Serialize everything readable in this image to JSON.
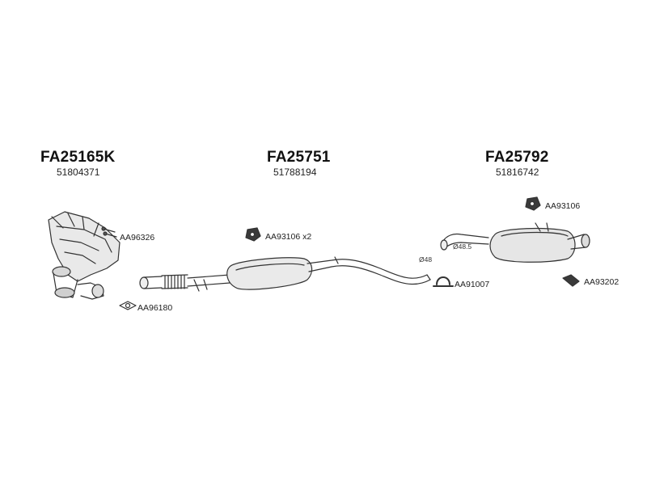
{
  "groups": [
    {
      "code": "FA25165K",
      "ref": "51804371"
    },
    {
      "code": "FA25751",
      "ref": "51788194"
    },
    {
      "code": "FA25792",
      "ref": "51816742"
    }
  ],
  "parts": {
    "bolt": "AA96326",
    "gasket": "AA96180",
    "hanger_pair": "AA93106 x2",
    "clamp": "AA91007",
    "hanger_rear": "AA93106",
    "bracket": "AA93202"
  },
  "dims": {
    "pipe_front": "Ø48",
    "pipe_rear": "Ø48.5"
  }
}
